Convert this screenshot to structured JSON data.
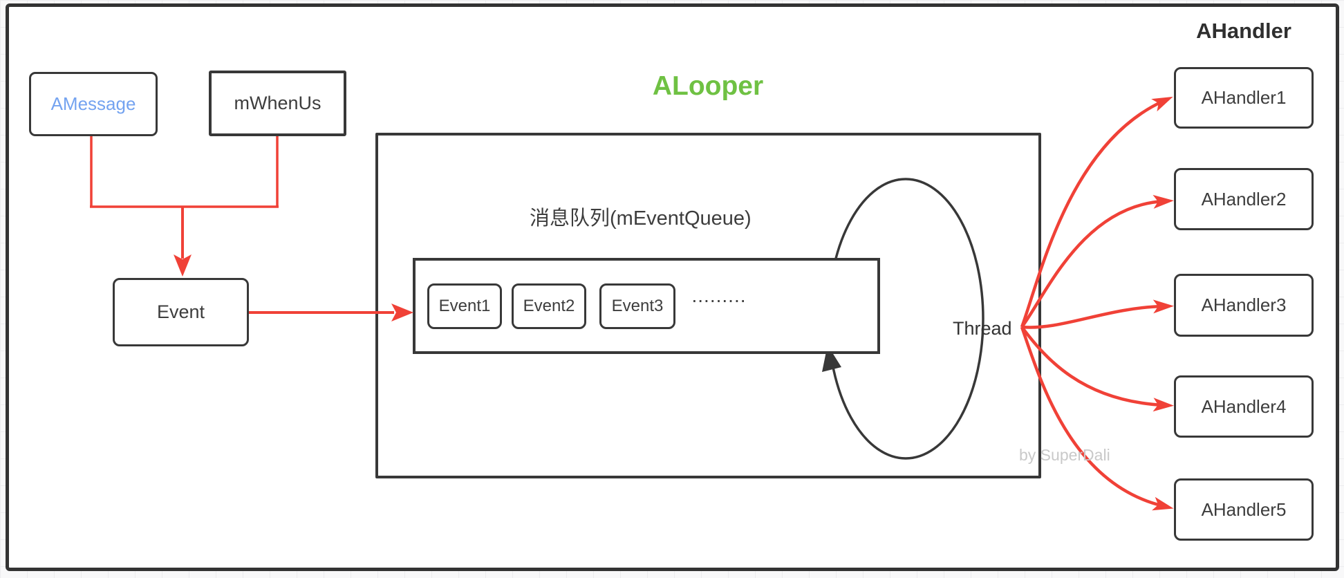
{
  "diagram": {
    "title_alooper": "ALooper",
    "title_ahandler": "AHandler",
    "boxes": {
      "amessage": "AMessage",
      "mwhenus": "mWhenUs",
      "event": "Event"
    },
    "queue": {
      "label": "消息队列(mEventQueue)",
      "items": [
        "Event1",
        "Event2",
        "Event3"
      ],
      "ellipsis": "........."
    },
    "thread_label": "Thread",
    "handlers": [
      "AHandler1",
      "AHandler2",
      "AHandler3",
      "AHandler4",
      "AHandler5"
    ],
    "watermark": "by SuperDali",
    "colors": {
      "accent_red": "#f04137",
      "accent_green": "#6fc143",
      "accent_blue": "#74a3f0",
      "stroke_dark": "#383838",
      "watermark_gray": "#c9c9c9"
    }
  }
}
